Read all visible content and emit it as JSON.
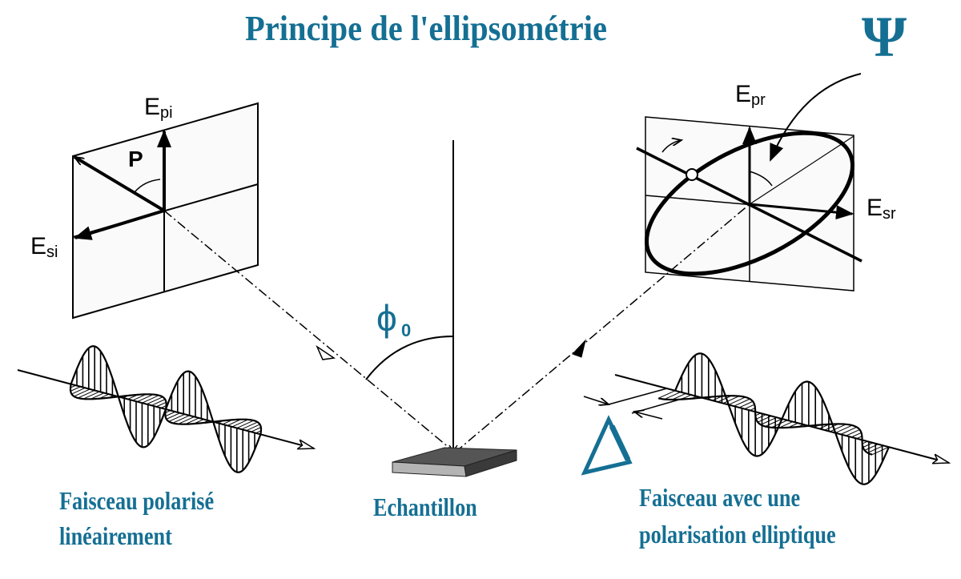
{
  "diagram": {
    "title": "Principe de l'ellipsométrie",
    "accent_color": "#156f93",
    "symbols": {
      "psi": "Ψ",
      "phi": "ϕ",
      "phi_subscript": "0",
      "delta": "Δ"
    },
    "incident_plane": {
      "labels": {
        "e_p": "E",
        "e_p_sub": "pi",
        "e_s": "E",
        "e_s_sub": "si",
        "polarizer": "P"
      }
    },
    "reflected_plane": {
      "labels": {
        "e_p": "E",
        "e_p_sub": "pr",
        "e_s": "E",
        "e_s_sub": "sr"
      }
    },
    "captions": {
      "incident_beam_line1": "Faisceau polarisé",
      "incident_beam_line2": "linéairement",
      "sample": "Echantillon",
      "reflected_beam_line1": "Faisceau avec une",
      "reflected_beam_line2": "polarisation elliptique"
    }
  }
}
